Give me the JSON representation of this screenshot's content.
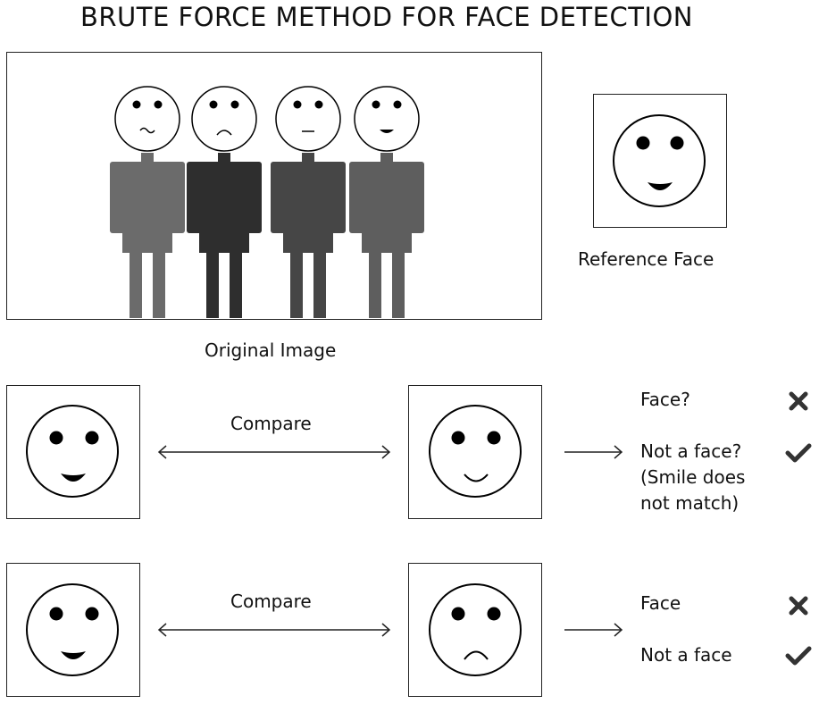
{
  "title": "BRUTE FORCE METHOD FOR FACE DETECTION",
  "original_image": {
    "caption": "Original Image"
  },
  "reference": {
    "caption": "Reference Face"
  },
  "comparisons": [
    {
      "arrow_label": "Compare",
      "result_face": "Face?",
      "result_not_face_lines": [
        "Not a face?",
        "(Smile does",
        "not match)"
      ],
      "face_mark": "cross",
      "not_face_mark": "check"
    },
    {
      "arrow_label": "Compare",
      "result_face": "Face",
      "result_not_face_lines": [
        "Not a face"
      ],
      "face_mark": "cross",
      "not_face_mark": "check"
    }
  ],
  "colors": {
    "person_1": "#6b6b6b",
    "person_2": "#2e2e2e",
    "person_3": "#464646",
    "person_4": "#5e5e5e"
  }
}
